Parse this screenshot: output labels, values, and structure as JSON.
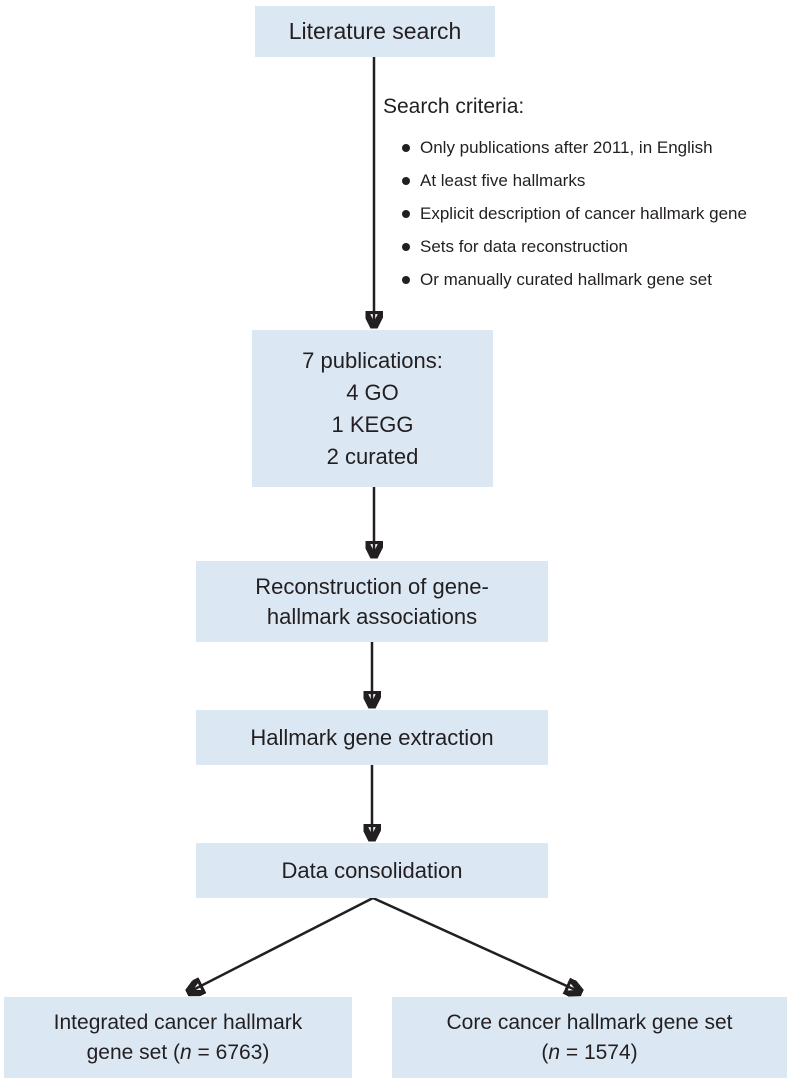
{
  "colors": {
    "box_fill": "#dbe8f4",
    "arrow": "#231f20",
    "text": "#231f20",
    "background": "#ffffff"
  },
  "flowchart": {
    "nodes": {
      "literature_search": {
        "label": "Literature search"
      },
      "publications": {
        "lines": [
          "7 publications:",
          "4 GO",
          "1 KEGG",
          "2 curated"
        ]
      },
      "reconstruction": {
        "lines": [
          "Reconstruction of gene-",
          "hallmark associations"
        ]
      },
      "extraction": {
        "label": "Hallmark gene extraction"
      },
      "consolidation": {
        "label": "Data consolidation"
      },
      "integrated_set": {
        "line1": "Integrated cancer hallmark",
        "line2_pre": "gene set (",
        "n": "n",
        "line2_post": " = 6763)"
      },
      "core_set": {
        "line1": "Core cancer hallmark gene set",
        "line2_pre": "(",
        "n": "n",
        "line2_post": " = 1574)"
      }
    },
    "annotation": {
      "heading": "Search criteria:",
      "bullets": [
        "Only publications after 2011, in English",
        "At least five hallmarks",
        "Explicit description of cancer hallmark gene",
        "Sets for data reconstruction",
        "Or manually curated hallmark gene set"
      ]
    }
  }
}
